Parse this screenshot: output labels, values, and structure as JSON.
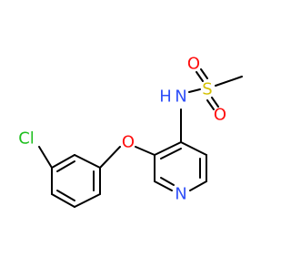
{
  "molecule": {
    "atoms": {
      "chlorine": "Cl",
      "ether_oxygen": "O",
      "nitrogen_amide": "N",
      "amide_hydrogen": "H",
      "sulfur": "S",
      "sulfonyl_oxygen_top": "O",
      "sulfonyl_oxygen_bottom": "O",
      "pyridine_nitrogen": "N"
    },
    "colors": {
      "bond": "#000000",
      "chlorine": "#1fbf1f",
      "oxygen": "#ff0d0d",
      "nitrogen": "#3050f8",
      "sulfur": "#d4c000"
    }
  }
}
